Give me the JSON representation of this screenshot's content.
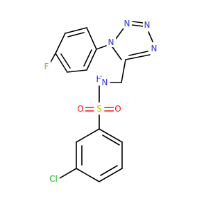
{
  "molecule": {
    "atoms": {
      "N_tet_top1": {
        "label": "N",
        "color": "#3131f0"
      },
      "N_tet_top2": {
        "label": "N",
        "color": "#3131f0"
      },
      "N_tet_ring": {
        "label": "N",
        "color": "#3131f0"
      },
      "N_tet_right": {
        "label": "N",
        "color": "#3131f0"
      },
      "F": {
        "label": "F",
        "color": "#7ec03a"
      },
      "NH_N": {
        "label": "N",
        "color": "#3131f0"
      },
      "NH_H": {
        "label": "H",
        "color": "#3131f0"
      },
      "S": {
        "label": "S",
        "color": "#c9b800"
      },
      "O_left": {
        "label": "O",
        "color": "#ff0d0d"
      },
      "O_right": {
        "label": "O",
        "color": "#ff0d0d"
      },
      "Cl": {
        "label": "Cl",
        "color": "#1fb81f"
      }
    }
  }
}
